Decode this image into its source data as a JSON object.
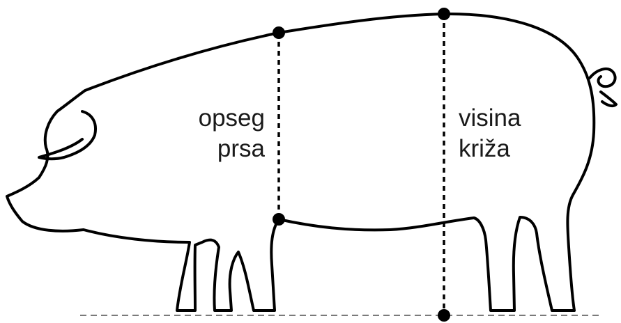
{
  "labels": {
    "chest_girth_line1": "opseg",
    "chest_girth_line2": "prsa",
    "rump_height_line1": "visina",
    "rump_height_line2": "križa"
  },
  "colors": {
    "outline": "#000000",
    "ground_line": "#7a7a7a",
    "text": "#1a1a1a",
    "background": "#ffffff"
  }
}
